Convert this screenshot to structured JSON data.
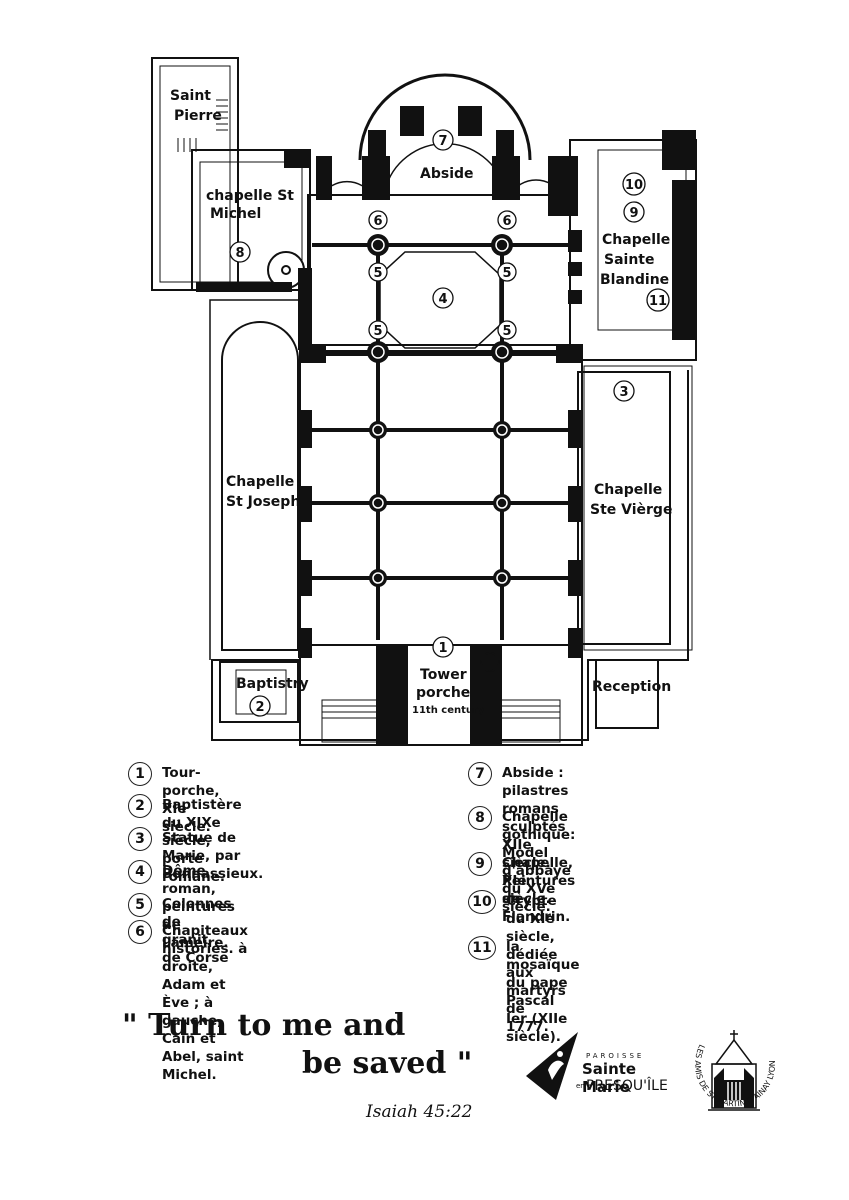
{
  "plan": {
    "labels": {
      "saint_pierre_1": "Saint",
      "saint_pierre_2": "Pierre",
      "chapelle_michel_1": "chapelle St",
      "chapelle_michel_2": "Michel",
      "abside": "Abside",
      "blandine_1": "Chapelle",
      "blandine_2": "Sainte",
      "blandine_3": "Blandine",
      "joseph_1": "Chapelle",
      "joseph_2": "St Joseph",
      "vierge_1": "Chapelle",
      "vierge_2": "Ste Vièrge",
      "baptistry": "Baptistry",
      "reception": "Reception",
      "tower_1": "Tower",
      "tower_2": "porche",
      "tower_3": "11th century"
    },
    "markers": {
      "m1": "1",
      "m2": "2",
      "m3": "3",
      "m4": "4",
      "m5": "5",
      "m6": "6",
      "m7": "7",
      "m8": "8",
      "m9": "9",
      "m10": "10",
      "m11": "11"
    }
  },
  "legend": [
    {
      "num": "1",
      "text": "Tour-porche, XIe siècle."
    },
    {
      "num": "2",
      "text": "Baptistère du XIXe siècle, porte romane."
    },
    {
      "num": "3",
      "text": "Statue de Marie, par Bonnassieux."
    },
    {
      "num": "4",
      "text": "Dôme roman, peintures de Lameire."
    },
    {
      "num": "5",
      "text": "Colonnes de granit de Corse"
    },
    {
      "num": "6",
      "text": "Chapiteaux historiés. à droite, Adam et\nÈve ; à gauche, Caïn et Abel, saint Michel."
    },
    {
      "num": "7",
      "text": "Abside : pilastres romans sculptés\nXIIe siècle. Peintures de Flandrin."
    },
    {
      "num": "8",
      "text": "Chapelle gothique:\nModel d'abbaye du XVe siècle."
    },
    {
      "num": "9",
      "text": "Chapelle, XIe siècle."
    },
    {
      "num": "10",
      "text": "Crypte du XIe siècle, dédiée aux martyrs\nde 1777."
    },
    {
      "num": "11",
      "text": "la mosaïque du pape Pascal Ier (XIIe siècle)."
    }
  ],
  "quote": {
    "line1": "\" Turn to me and",
    "line2": "be saved \"",
    "reference": "Isaiah 45:22"
  },
  "logo_parish": {
    "top": "PAROISSE",
    "name": "Sainte Marie",
    "small": "en",
    "place": "PRESQU'ÎLE"
  },
  "logo_amis": {
    "text": "LES AMIS DE ST MARTIN D'AINAY LYON"
  },
  "colors": {
    "ink": "#111111",
    "paper": "#ffffff"
  }
}
